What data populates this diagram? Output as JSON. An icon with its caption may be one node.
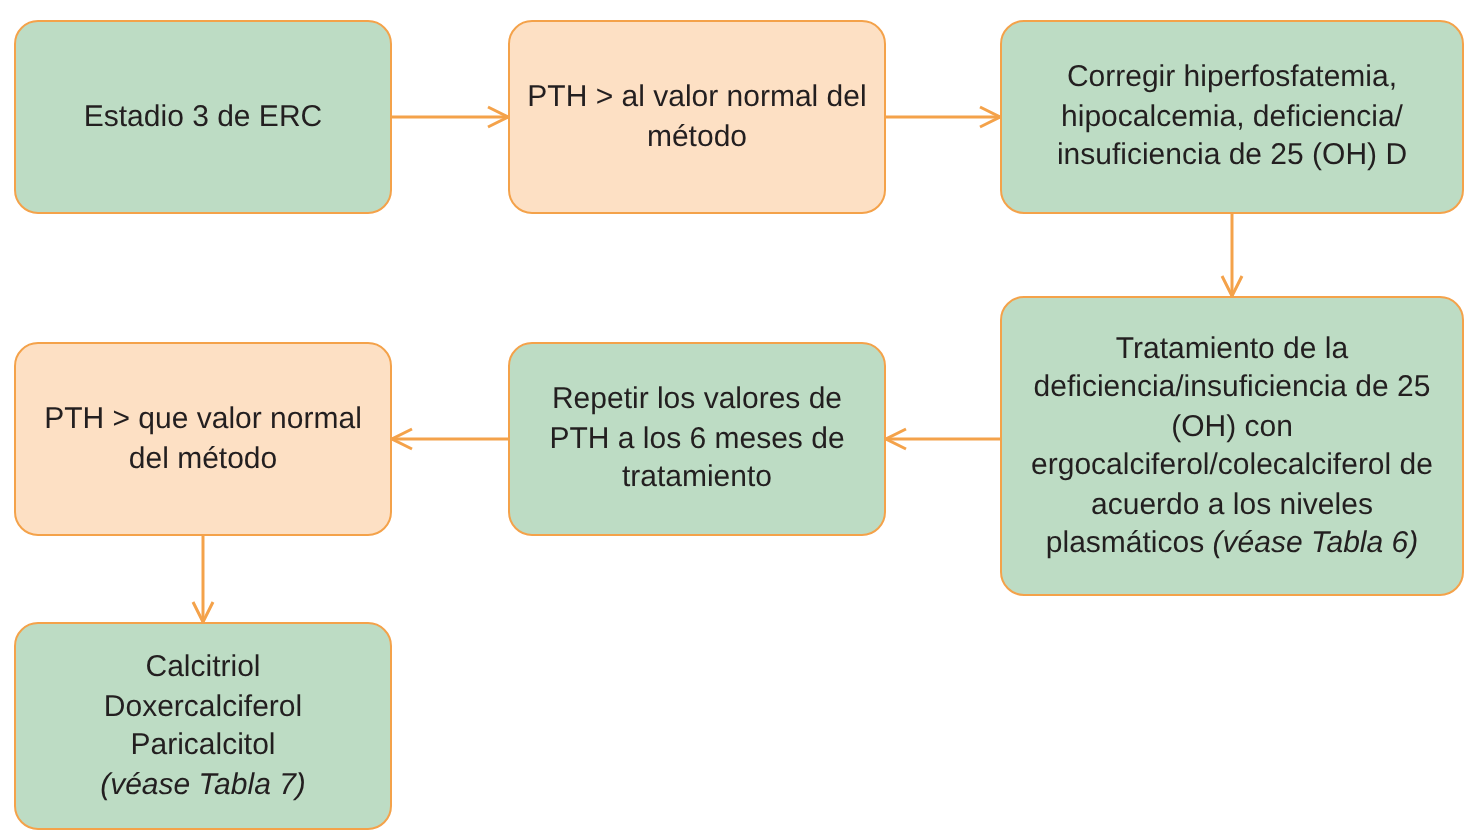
{
  "diagram": {
    "nodes": [
      {
        "text": [
          "Estadio 3 de ERC"
        ]
      },
      {
        "text": [
          "PTH > al valor normal del método"
        ]
      },
      {
        "text": [
          "Corregir hiperfosfatemia, hipocalcemia, deficiencia/ insuficiencia de 25 (OH) D"
        ]
      },
      {
        "text": [
          "Tratamiento de la deficiencia/insuficiencia de 25 (OH) con ergocalciferol/colecalciferol de acuerdo a los niveles plasmáticos *(véase Tabla 6)*"
        ]
      },
      {
        "text": [
          "Repetir los valores de PTH a los 6 meses de tratamiento"
        ]
      },
      {
        "text": [
          "PTH > que valor normal del método"
        ]
      },
      {
        "text": [
          "Calcitriol",
          "Doxercalciferol",
          "Paricalcitol",
          "*(véase Tabla 7)*"
        ]
      }
    ],
    "edges": [
      {
        "from": 0,
        "to": 1,
        "arrow": "to"
      },
      {
        "from": 1,
        "to": 2,
        "arrow": "to"
      },
      {
        "from": 2,
        "to": 3,
        "arrow": "to"
      },
      {
        "from": 3,
        "to": 4,
        "arrow": "to"
      },
      {
        "from": 4,
        "to": 5,
        "arrow": "to"
      },
      {
        "from": 5,
        "to": 6,
        "arrow": "to"
      }
    ]
  }
}
